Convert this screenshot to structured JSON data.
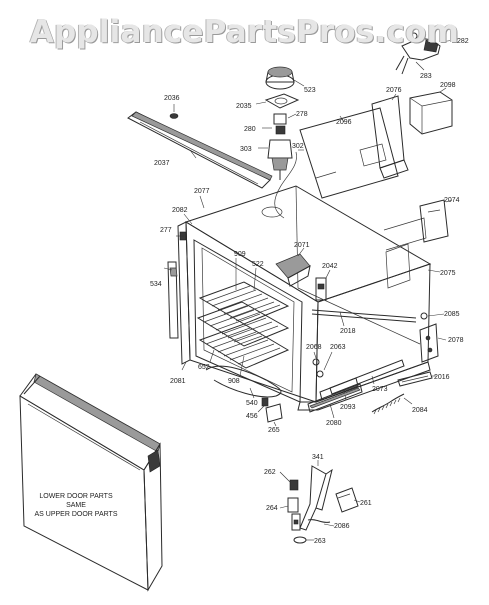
{
  "watermark": "AppliancePartsPros.com",
  "note": [
    "LOWER DOOR PARTS",
    "SAME",
    "AS UPPER DOOR PARTS"
  ],
  "callouts": [
    {
      "id": "c282",
      "label": "282"
    },
    {
      "id": "c283",
      "label": "283"
    },
    {
      "id": "c2076",
      "label": "2076"
    },
    {
      "id": "c2098",
      "label": "2098"
    },
    {
      "id": "c523",
      "label": "523"
    },
    {
      "id": "c2035",
      "label": "2035"
    },
    {
      "id": "c278",
      "label": "278"
    },
    {
      "id": "c280",
      "label": "280"
    },
    {
      "id": "c303",
      "label": "303"
    },
    {
      "id": "c302",
      "label": "302"
    },
    {
      "id": "c2096",
      "label": "2096"
    },
    {
      "id": "c2036",
      "label": "2036"
    },
    {
      "id": "c2037",
      "label": "2037"
    },
    {
      "id": "c2077",
      "label": "2077"
    },
    {
      "id": "c2074",
      "label": "2074"
    },
    {
      "id": "c2082",
      "label": "2082"
    },
    {
      "id": "c277",
      "label": "277"
    },
    {
      "id": "c2071",
      "label": "2071"
    },
    {
      "id": "c909",
      "label": "909"
    },
    {
      "id": "c522",
      "label": "522"
    },
    {
      "id": "c2042",
      "label": "2042"
    },
    {
      "id": "c2075",
      "label": "2075"
    },
    {
      "id": "c534",
      "label": "534"
    },
    {
      "id": "c2018",
      "label": "2018"
    },
    {
      "id": "c2085",
      "label": "2085"
    },
    {
      "id": "c2078",
      "label": "2078"
    },
    {
      "id": "c2068",
      "label": "2068"
    },
    {
      "id": "c2063",
      "label": "2063"
    },
    {
      "id": "c652",
      "label": "652"
    },
    {
      "id": "c2016",
      "label": "2016"
    },
    {
      "id": "c2081",
      "label": "2081"
    },
    {
      "id": "c908",
      "label": "908"
    },
    {
      "id": "c2073",
      "label": "2073"
    },
    {
      "id": "c540",
      "label": "540"
    },
    {
      "id": "c2093",
      "label": "2093"
    },
    {
      "id": "c2084",
      "label": "2084"
    },
    {
      "id": "c456",
      "label": "456"
    },
    {
      "id": "c265",
      "label": "265"
    },
    {
      "id": "c2080",
      "label": "2080"
    },
    {
      "id": "c341",
      "label": "341"
    },
    {
      "id": "c262",
      "label": "262"
    },
    {
      "id": "c261",
      "label": "261"
    },
    {
      "id": "c264",
      "label": "264"
    },
    {
      "id": "c2086",
      "label": "2086"
    },
    {
      "id": "c263",
      "label": "263"
    }
  ]
}
